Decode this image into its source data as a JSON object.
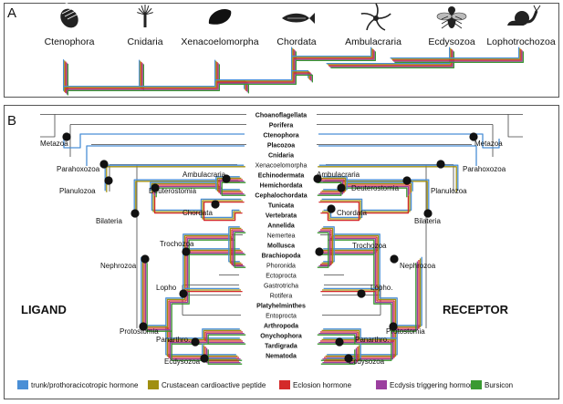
{
  "panel_a": {
    "letter": "A",
    "taxa": [
      "Ctenophora",
      "Cnidaria",
      "Xenacoelomorpha",
      "Chordata",
      "Ambulacraria",
      "Ecdysozoa",
      "Lophotrochozoa"
    ],
    "silhouette_icons": [
      "comb-jelly-icon",
      "hydra-icon",
      "xenacoelomorph-icon",
      "fish-icon",
      "sea-star-icon",
      "fly-icon",
      "snail-icon"
    ]
  },
  "panel_b": {
    "letter": "B",
    "ligand_label": "LIGAND",
    "receptor_label": "RECEPTOR",
    "taxa": [
      {
        "name": "Choanoflagellata",
        "bold": true
      },
      {
        "name": "Porifera",
        "bold": true
      },
      {
        "name": "Ctenophora",
        "bold": true
      },
      {
        "name": "Placozoa",
        "bold": true
      },
      {
        "name": "Cnidaria",
        "bold": true
      },
      {
        "name": "Xenacoelomorpha",
        "bold": false
      },
      {
        "name": "Echinodermata",
        "bold": true
      },
      {
        "name": "Hemichordata",
        "bold": true
      },
      {
        "name": "Cephalochordata",
        "bold": true
      },
      {
        "name": "Tunicata",
        "bold": true
      },
      {
        "name": "Vertebrata",
        "bold": true
      },
      {
        "name": "Annelida",
        "bold": true
      },
      {
        "name": "Nemertea",
        "bold": false
      },
      {
        "name": "Mollusca",
        "bold": true
      },
      {
        "name": "Brachiopoda",
        "bold": true
      },
      {
        "name": "Phoronida",
        "bold": false
      },
      {
        "name": "Ectoprocta",
        "bold": false
      },
      {
        "name": "Gastrotricha",
        "bold": false
      },
      {
        "name": "Rotifera",
        "bold": false
      },
      {
        "name": "Platyhelminthes",
        "bold": true
      },
      {
        "name": "Entoprocta",
        "bold": false
      },
      {
        "name": "Arthropoda",
        "bold": true
      },
      {
        "name": "Onychophora",
        "bold": true
      },
      {
        "name": "Tardigrada",
        "bold": true
      },
      {
        "name": "Nematoda",
        "bold": true
      }
    ],
    "clades": [
      "Metazoa",
      "Parahoxozoa",
      "Planulozoa",
      "Bilateria",
      "Nephrozoa",
      "Deuterostomia",
      "Ambulacraria",
      "Chordata",
      "Protostomia",
      "Lopho.",
      "Trochozoa",
      "Panarthro.",
      "Ecdysozoa"
    ],
    "ligand_clades": [
      "Metazoa",
      "Parahoxozoa",
      "Planulozoa",
      "Bilateria",
      "Nephrozoa",
      "Deuterostomia",
      "Ambulacraria",
      "Chordata",
      "Protostomia",
      "Lopho",
      "Trochozoa",
      "Panarthro.",
      "Ecdysozoa"
    ]
  },
  "legend": [
    {
      "label": "trunk/prothoracicotropic hormone",
      "color": "#4a8fd6"
    },
    {
      "label": "Crustacean cardioactive peptide",
      "color": "#a08f10"
    },
    {
      "label": "Eclosion hormone",
      "color": "#d42a2a"
    },
    {
      "label": "Ecdysis triggering hormone",
      "color": "#9b3f9f"
    },
    {
      "label": "Bursicon",
      "color": "#3a9a32"
    }
  ]
}
